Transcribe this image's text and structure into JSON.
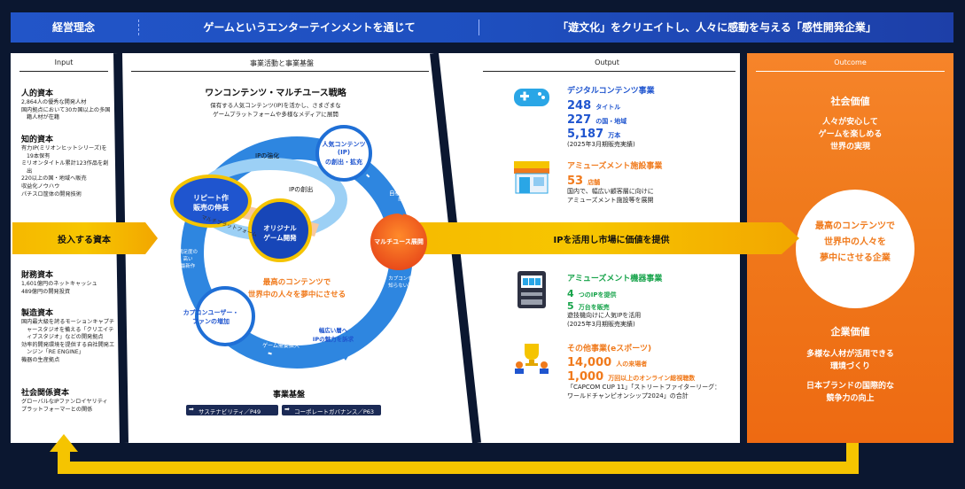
{
  "header": {
    "philosophy": "経営理念",
    "through_games": "ゲームというエンターテインメントを通じて",
    "mission": "「遊文化」をクリエイトし、人々に感動を与える「感性開発企業」"
  },
  "columns": {
    "input": "Input",
    "business": "事業活動と事業基盤",
    "output": "Output",
    "outcome": "Outcome"
  },
  "input": {
    "human_title": "人的資本",
    "human_items": [
      "2,864人の優秀な開発人材",
      "国内拠点において30カ国以上の多国籍人材が在籍"
    ],
    "intellectual_title": "知的資本",
    "intellectual_items": [
      "有力IP(ミリオンヒットシリーズ)を19本保有",
      "ミリオンタイトル累計123作品を創出",
      "220以上の国・地域へ販売",
      "収益化ノウハウ",
      "パチスロ筐体の開発技術"
    ],
    "invested": "投入する資本",
    "financial_title": "財務資本",
    "financial_items": [
      "1,601億円のネットキャッシュ",
      "489億円の開発投資"
    ],
    "manufacturing_title": "製造資本",
    "manufacturing_items": [
      "国内最大級を誇るモーションキャプチャースタジオを備える「クリエイティブスタジオ」などの開発拠点",
      "効率的開発環境を提供する自社開発エンジン「RE ENGINE」",
      "機器の生産拠点"
    ],
    "social_title": "社会関係資本",
    "social_items": [
      "グローバルなIPファンロイヤリティ",
      "プラットフォーマーとの関係"
    ]
  },
  "business": {
    "strategy_title": "ワンコンテンツ・マルチユース戦略",
    "strategy_desc_1": "保有する人気コンテンツ(IP)を活かし、さまざまな",
    "strategy_desc_2": "ゲームプラットフォームや多様なメディアに展開",
    "ip_strengthen": "IPの強化",
    "popular_ip_1": "人気コンテンツ",
    "popular_ip_2": "(IP)",
    "popular_ip_3": "の創出・拡充",
    "ip_create": "IPの創出",
    "own_ip_1": "自社保有",
    "own_ip_2": "IP",
    "repeat_1": "リピート作",
    "repeat_2": "販売の伸長",
    "original_1": "オリジナル",
    "original_2": "ゲーム開発",
    "multi_platform": "マルチプラットフォーム",
    "multi_use": "マルチユース展開",
    "arrow_left_1": "満足度の",
    "arrow_left_2": "高い",
    "arrow_left_3": "最新作",
    "cycle_center_1": "最高のコンテンツで",
    "cycle_center_2": "世界中の人々を夢中にさせる",
    "know_1": "カプコンを",
    "know_2": "知らない層",
    "fan_1": "カプコンユーザー・",
    "fan_2": "ファンの増加",
    "global_1": "グローバルで",
    "global_2": "ゲーム需要拡大",
    "broad_1": "幅広い層へ",
    "broad_2": "IPの魅力を訴求",
    "foundation_title": "事業基盤",
    "sustainability": "サステナビリティ／P49",
    "governance": "コーポレートガバナンス／P63"
  },
  "band": {
    "value": "IPを活用し市場に価値を提供"
  },
  "output": {
    "digital": {
      "title": "デジタルコンテンツ事業",
      "v1_num": "248",
      "v1_unit": "タイトル",
      "v2_num": "227",
      "v2_unit": "の国・地域",
      "v3_num": "5,187",
      "v3_unit": "万本",
      "note": "(2025年3月期販売実績)"
    },
    "amusement_facility": {
      "title": "アミューズメント施設事業",
      "num": "53",
      "unit": "店舗",
      "desc_1": "国内で、幅広い顧客層に向けに",
      "desc_2": "アミューズメント施設等を展開"
    },
    "amusement_equipment": {
      "title": "アミューズメント機器事業",
      "v1_num": "4",
      "v1_unit": "つのIPを提供",
      "v2_num": "5",
      "v2_unit": "万台を販売",
      "desc": "遊技機向けに人気IPを活用",
      "note": "(2025年3月期販売実績)"
    },
    "other": {
      "title": "その他事業(eスポーツ)",
      "v1_num": "14,000",
      "v1_unit": "人の来場者",
      "v2_num": "1,000",
      "v2_unit": "万回以上のオンライン総視聴数",
      "desc_1": "「CAPCOM CUP 11」「ストリートファイターリーグ：",
      "desc_2": "ワールドチャンピオンシップ2024」の合計"
    }
  },
  "outcome": {
    "social_title": "社会価値",
    "social_1": "人々が安心して",
    "social_2": "ゲームを楽しめる",
    "social_3": "世界の実現",
    "core_1": "最高のコンテンツで",
    "core_2": "世界中の人々を",
    "core_3": "夢中にさせる企業",
    "corp_title": "企業価値",
    "corp_1": "多様な人材が活用できる",
    "corp_2": "環境づくり",
    "corp_3": "日本ブランドの国際的な",
    "corp_4": "競争力の向上"
  },
  "colors": {
    "navy": "#0b1730",
    "header_blue": "#2255c8",
    "cycle_blue": "#1f6fd6",
    "yellow": "#f5c400",
    "orange": "#f07a1c",
    "accent_text_blue": "#1f55cf",
    "accent_text_orange": "#f07a1c"
  }
}
